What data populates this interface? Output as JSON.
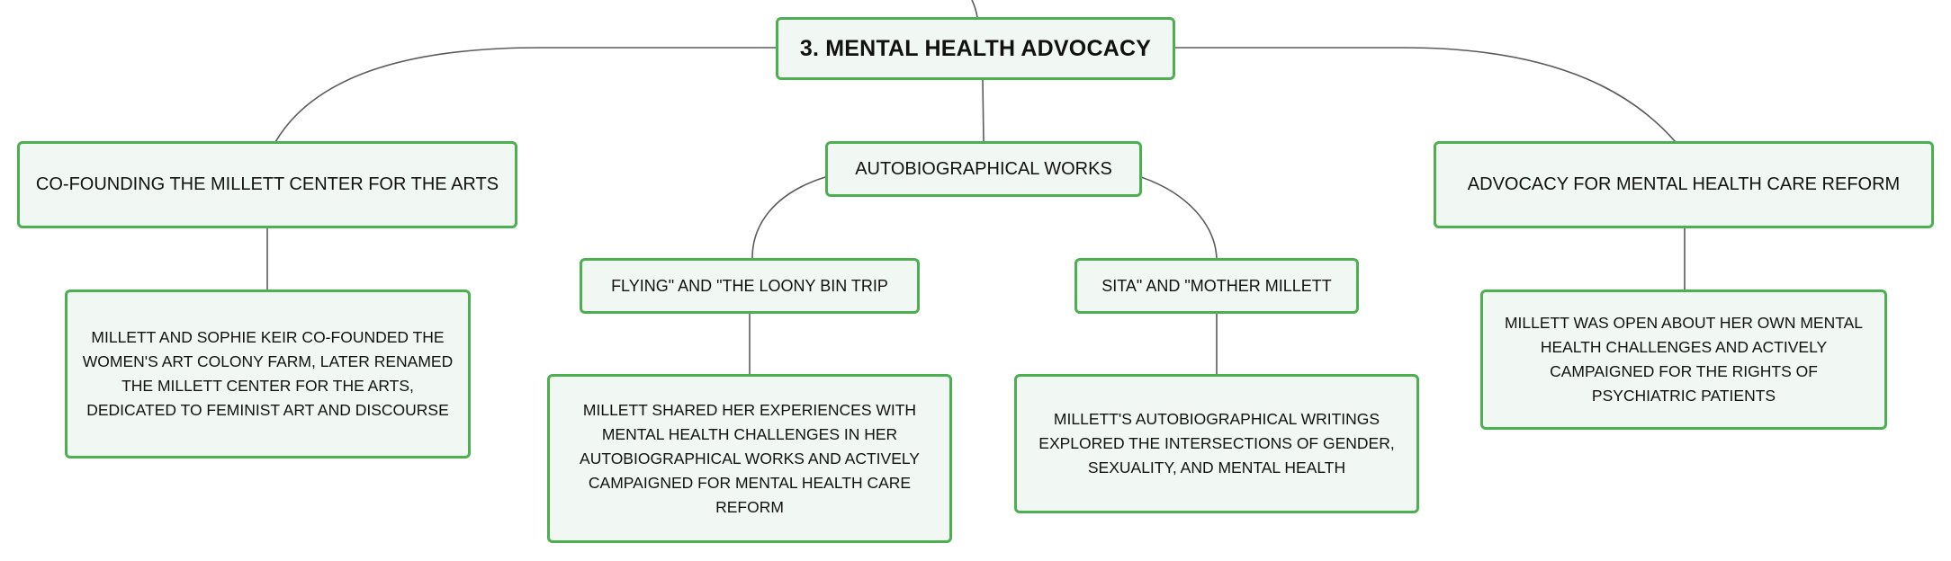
{
  "root": {
    "label": "3. MENTAL HEALTH ADVOCACY"
  },
  "branches": [
    {
      "label": "CO-FOUNDING THE MILLETT CENTER FOR THE ARTS",
      "detail": "MILLETT AND SOPHIE KEIR CO-FOUNDED THE WOMEN'S ART COLONY FARM, LATER RENAMED THE MILLETT CENTER FOR THE ARTS, DEDICATED TO FEMINIST ART AND DISCOURSE"
    },
    {
      "label": "AUTOBIOGRAPHICAL WORKS",
      "children": [
        {
          "label": "FLYING\" AND \"THE LOONY BIN TRIP",
          "detail": "MILLETT SHARED HER EXPERIENCES WITH MENTAL HEALTH CHALLENGES IN HER AUTOBIOGRAPHICAL WORKS AND ACTIVELY CAMPAIGNED FOR MENTAL HEALTH CARE REFORM"
        },
        {
          "label": "SITA\" AND \"MOTHER MILLETT",
          "detail": "MILLETT'S AUTOBIOGRAPHICAL WRITINGS EXPLORED THE INTERSECTIONS OF GENDER, SEXUALITY, AND MENTAL HEALTH"
        }
      ]
    },
    {
      "label": "ADVOCACY FOR MENTAL HEALTH CARE REFORM",
      "detail": "MILLETT WAS OPEN ABOUT HER OWN MENTAL HEALTH CHALLENGES AND ACTIVELY CAMPAIGNED FOR THE RIGHTS OF PSYCHIATRIC PATIENTS"
    }
  ],
  "colors": {
    "node_border": "#4caf50",
    "node_fill": "#f1f8f3",
    "connector": "#5b5b5b",
    "text": "#111111"
  }
}
